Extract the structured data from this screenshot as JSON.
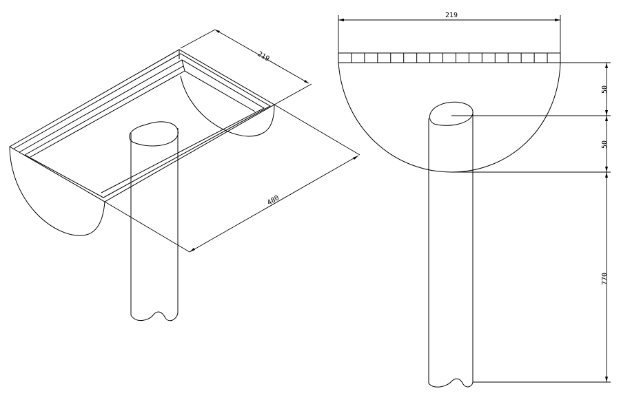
{
  "iso_view": {
    "dim_width": "219",
    "dim_length": "480"
  },
  "front_view": {
    "dim_width": "219",
    "dim_upper_height": "50",
    "dim_lower_height": "50",
    "dim_pole_height": "770"
  }
}
